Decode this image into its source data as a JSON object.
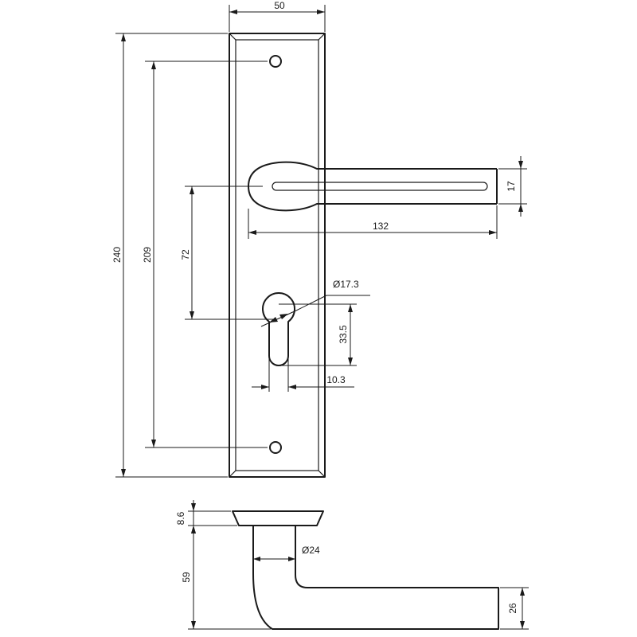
{
  "dimensions": {
    "plate_width": "50",
    "plate_height": "240",
    "hole_spacing": "209",
    "handle_to_lock": "72",
    "lever_length": "132",
    "lever_thickness": "17",
    "cylinder_diameter": "Ø17.3",
    "cylinder_length": "33.5",
    "cylinder_width": "10.3",
    "rose_height": "8.6",
    "projection": "59",
    "neck_diameter": "Ø24",
    "grip_height": "26"
  }
}
